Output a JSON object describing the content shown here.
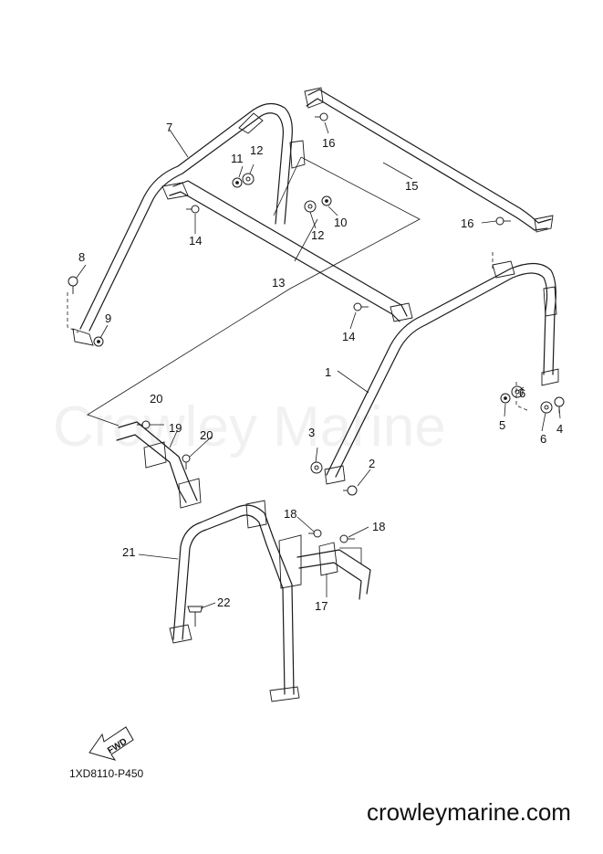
{
  "watermark": "Crowley Marine",
  "diagram_code": "1XD8110-P450",
  "website": "crowleymarine.com",
  "fwd_label": "FWD",
  "callouts": [
    "1",
    "2",
    "3",
    "4",
    "5",
    "6",
    "6",
    "7",
    "8",
    "9",
    "10",
    "11",
    "12",
    "12",
    "13",
    "14",
    "14",
    "15",
    "16",
    "16",
    "17",
    "18",
    "18",
    "19",
    "20",
    "20",
    "21",
    "22"
  ]
}
